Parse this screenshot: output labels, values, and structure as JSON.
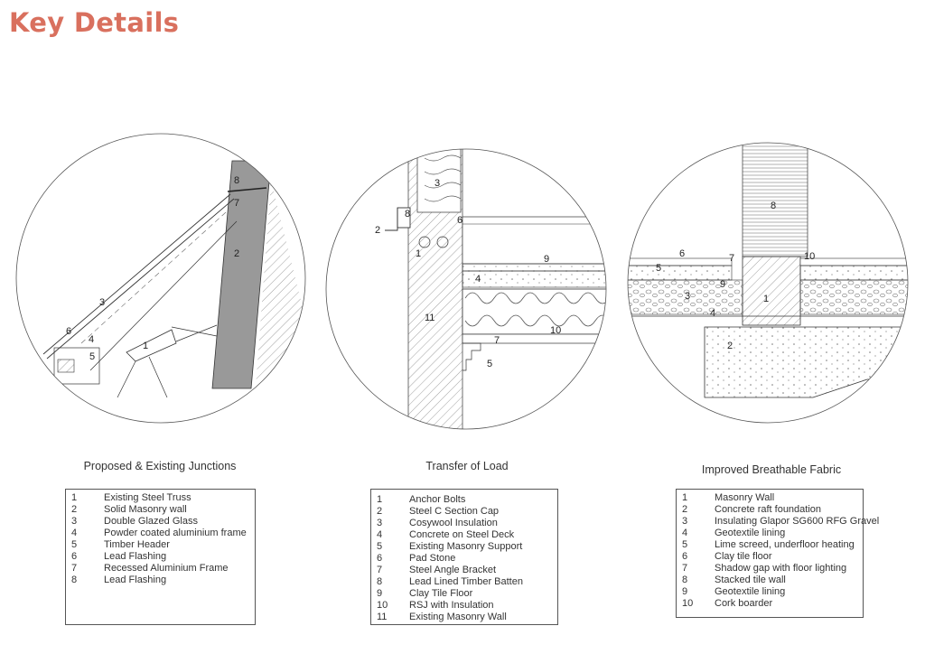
{
  "title": "Key Details",
  "details": [
    {
      "caption": "Proposed & Existing Junctions",
      "callouts": [
        "1",
        "2",
        "3",
        "4",
        "5",
        "6",
        "7",
        "8"
      ],
      "items": [
        {
          "num": "1",
          "text": "Existing Steel Truss"
        },
        {
          "num": "2",
          "text": "Solid Masonry wall"
        },
        {
          "num": "3",
          "text": "Double Glazed Glass"
        },
        {
          "num": "4",
          "text": "Powder coated aluminium frame"
        },
        {
          "num": "5",
          "text": "Timber Header"
        },
        {
          "num": "6",
          "text": "Lead Flashing"
        },
        {
          "num": "7",
          "text": "Recessed Aluminium Frame"
        },
        {
          "num": "8",
          "text": " Lead Flashing"
        }
      ]
    },
    {
      "caption": "Transfer of Load",
      "callouts": [
        "1",
        "2",
        "3",
        "4",
        "5",
        "6",
        "7",
        "8",
        "9",
        "10",
        "11"
      ],
      "items": [
        {
          "num": "1",
          "text": "Anchor Bolts"
        },
        {
          "num": "2",
          "text": " Steel C Section Cap"
        },
        {
          "num": "3",
          "text": "Cosywool Insulation"
        },
        {
          "num": "4",
          "text": "Concrete on Steel Deck"
        },
        {
          "num": "5",
          "text": "Existing Masonry Support"
        },
        {
          "num": "6",
          "text": "Pad Stone"
        },
        {
          "num": "7",
          "text": "Steel Angle Bracket"
        },
        {
          "num": "8",
          "text": "Lead Lined Timber Batten"
        },
        {
          "num": "9",
          "text": "Clay Tile Floor"
        },
        {
          "num": "10",
          "text": "RSJ with Insulation"
        },
        {
          "num": "11",
          "text": "Existing Masonry Wall"
        }
      ]
    },
    {
      "caption": "Improved Breathable Fabric",
      "callouts": [
        "1",
        "2",
        "3",
        "4",
        "5",
        "6",
        "7",
        "8",
        "9",
        "10"
      ],
      "items": [
        {
          "num": "1",
          "text": "Masonry Wall"
        },
        {
          "num": "2",
          "text": "Concrete raft foundation"
        },
        {
          "num": "3",
          "text": "Insulating Glapor SG600 RFG Gravel"
        },
        {
          "num": "4",
          "text": "Geotextile lining"
        },
        {
          "num": "5",
          "text": "Lime screed, underfloor heating"
        },
        {
          "num": "6",
          "text": "Clay tile floor"
        },
        {
          "num": "7",
          "text": "Shadow gap with floor lighting"
        },
        {
          "num": "8",
          "text": "Stacked tile wall"
        },
        {
          "num": "9",
          "text": "Geotextile lining"
        },
        {
          "num": "10",
          "text": "Cork boarder"
        }
      ]
    }
  ],
  "colors": {
    "title": "#d9705e",
    "wall": "#999999",
    "line": "#333333"
  }
}
